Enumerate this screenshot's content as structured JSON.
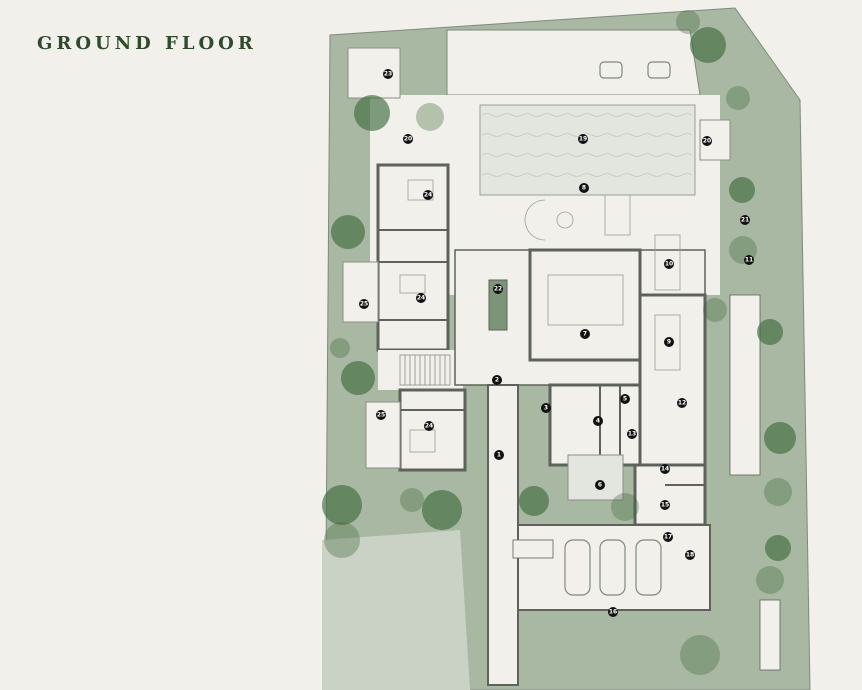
{
  "title": "GROUND FLOOR",
  "colors": {
    "title": "#2f4a2c",
    "garden": "#a9b8a3",
    "lawn": "#c9d2c4",
    "floor": "#f1f0ea",
    "wall": "#5d625b",
    "tree": "#3f6b3d",
    "pool": "#e3e5df"
  },
  "room_numbers": [
    {
      "id": "1",
      "label": "1"
    },
    {
      "id": "2",
      "label": "2"
    },
    {
      "id": "3",
      "label": "3"
    },
    {
      "id": "4",
      "label": "4"
    },
    {
      "id": "5",
      "label": "5"
    },
    {
      "id": "6",
      "label": "6"
    },
    {
      "id": "7",
      "label": "7"
    },
    {
      "id": "8",
      "label": "8"
    },
    {
      "id": "9",
      "label": "9"
    },
    {
      "id": "10",
      "label": "10"
    },
    {
      "id": "11",
      "label": "11"
    },
    {
      "id": "12",
      "label": "12"
    },
    {
      "id": "13",
      "label": "13"
    },
    {
      "id": "14",
      "label": "14"
    },
    {
      "id": "15",
      "label": "15"
    },
    {
      "id": "16",
      "label": "16"
    },
    {
      "id": "17",
      "label": "17"
    },
    {
      "id": "18",
      "label": "18"
    },
    {
      "id": "19",
      "label": "19"
    },
    {
      "id": "20a",
      "label": "20"
    },
    {
      "id": "20b",
      "label": "20"
    },
    {
      "id": "21",
      "label": "21"
    },
    {
      "id": "22",
      "label": "22"
    },
    {
      "id": "23",
      "label": "23"
    },
    {
      "id": "24a",
      "label": "24"
    },
    {
      "id": "24b",
      "label": "24"
    },
    {
      "id": "24c",
      "label": "24"
    },
    {
      "id": "25a",
      "label": "25"
    },
    {
      "id": "25b",
      "label": "25"
    }
  ]
}
